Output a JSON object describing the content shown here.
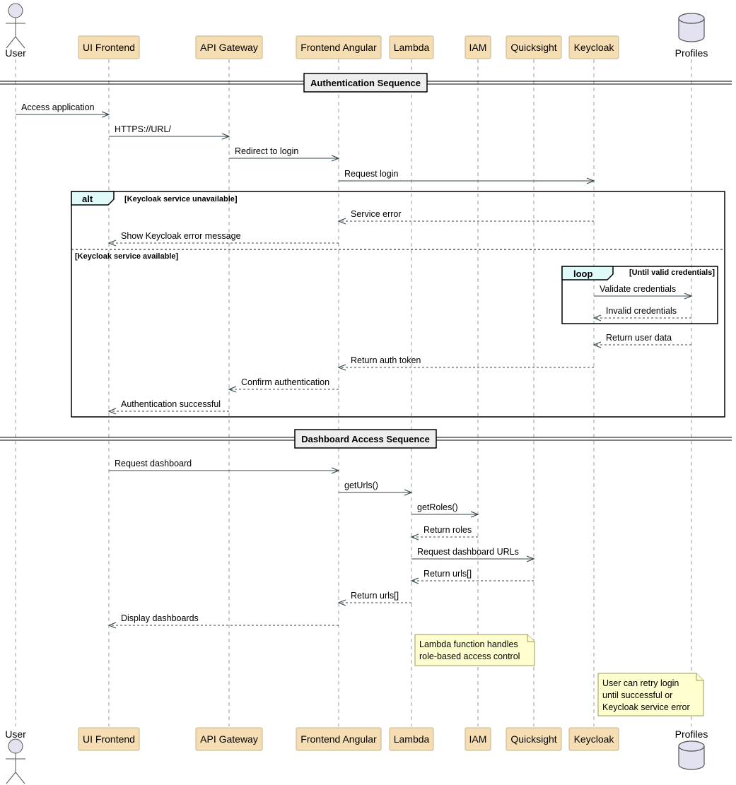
{
  "participants": [
    {
      "id": "user",
      "label": "User",
      "kind": "actor"
    },
    {
      "id": "ui",
      "label": "UI Frontend",
      "kind": "box"
    },
    {
      "id": "gw",
      "label": "API Gateway",
      "kind": "box"
    },
    {
      "id": "fa",
      "label": "Frontend Angular",
      "kind": "box"
    },
    {
      "id": "lambda",
      "label": "Lambda",
      "kind": "box"
    },
    {
      "id": "iam",
      "label": "IAM",
      "kind": "box"
    },
    {
      "id": "qs",
      "label": "Quicksight",
      "kind": "box"
    },
    {
      "id": "kc",
      "label": "Keycloak",
      "kind": "box"
    },
    {
      "id": "prof",
      "label": "Profiles",
      "kind": "database"
    }
  ],
  "dividers": [
    {
      "id": "auth",
      "label": "Authentication Sequence"
    },
    {
      "id": "dash",
      "label": "Dashboard Access Sequence"
    }
  ],
  "groups": [
    {
      "id": "alt",
      "keyword": "alt",
      "condition": "[Keycloak service unavailable]",
      "else_condition": "[Keycloak service available]"
    },
    {
      "id": "loop",
      "keyword": "loop",
      "condition": "[Until valid credentials]"
    }
  ],
  "messages": [
    {
      "from": "user",
      "to": "ui",
      "label": "Access application",
      "dashed": false
    },
    {
      "from": "ui",
      "to": "gw",
      "label": "HTTPS://URL/",
      "dashed": false
    },
    {
      "from": "gw",
      "to": "fa",
      "label": "Redirect to login",
      "dashed": false
    },
    {
      "from": "fa",
      "to": "kc",
      "label": "Request login",
      "dashed": false
    },
    {
      "from": "kc",
      "to": "fa",
      "label": "Service error",
      "dashed": true
    },
    {
      "from": "fa",
      "to": "ui",
      "label": "Show Keycloak error message",
      "dashed": true
    },
    {
      "from": "kc",
      "to": "prof",
      "label": "Validate credentials",
      "dashed": false
    },
    {
      "from": "prof",
      "to": "kc",
      "label": "Invalid credentials",
      "dashed": true
    },
    {
      "from": "prof",
      "to": "kc",
      "label": "Return user data",
      "dashed": true
    },
    {
      "from": "kc",
      "to": "fa",
      "label": "Return auth token",
      "dashed": true
    },
    {
      "from": "fa",
      "to": "gw",
      "label": "Confirm authentication",
      "dashed": true
    },
    {
      "from": "gw",
      "to": "ui",
      "label": "Authentication successful",
      "dashed": true
    },
    {
      "from": "ui",
      "to": "fa",
      "label": "Request dashboard",
      "dashed": false
    },
    {
      "from": "fa",
      "to": "lambda",
      "label": "getUrls()",
      "dashed": false
    },
    {
      "from": "lambda",
      "to": "iam",
      "label": "getRoles()",
      "dashed": false
    },
    {
      "from": "iam",
      "to": "lambda",
      "label": "Return roles",
      "dashed": true
    },
    {
      "from": "lambda",
      "to": "qs",
      "label": "Request dashboard URLs",
      "dashed": false
    },
    {
      "from": "qs",
      "to": "lambda",
      "label": "Return urls[]",
      "dashed": true
    },
    {
      "from": "lambda",
      "to": "fa",
      "label": "Return urls[]",
      "dashed": true
    },
    {
      "from": "fa",
      "to": "ui",
      "label": "Display dashboards",
      "dashed": true
    }
  ],
  "notes": [
    {
      "id": "lambda-note",
      "lines": [
        "Lambda function handles",
        "role-based access control"
      ]
    },
    {
      "id": "keycloak-note",
      "lines": [
        "User can retry login",
        "until successful or",
        "Keycloak service error"
      ]
    }
  ]
}
